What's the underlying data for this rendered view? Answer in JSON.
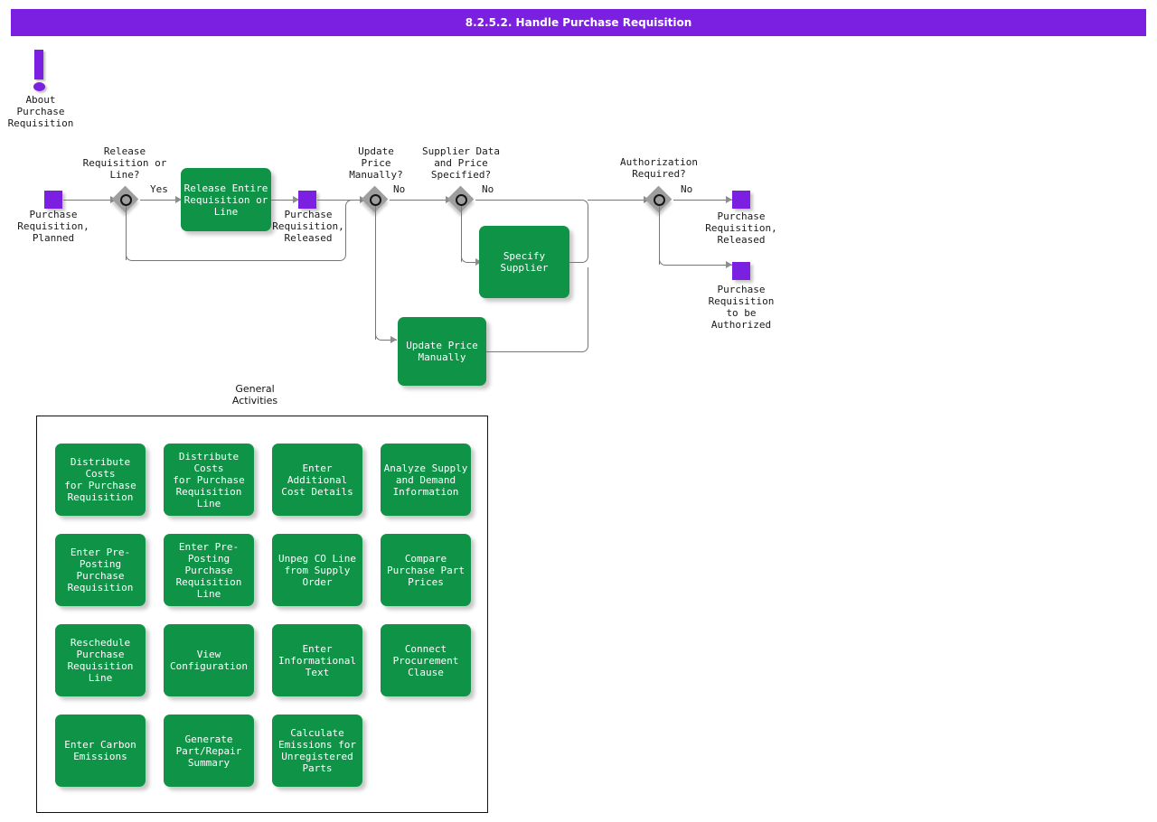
{
  "title": "8.2.5.2. Handle Purchase Requisition",
  "colors": {
    "header_purple": "#7b1fe0",
    "state_purple": "#7b1fe0",
    "activity_green": "#0f9347",
    "decision_gray": "#9e9e9e",
    "connector_gray": "#777777",
    "text_dark": "#1a1a1a",
    "background": "#ffffff"
  },
  "about": {
    "icon": "exclamation-icon",
    "label": "About\nPurchase\nRequisition"
  },
  "flow": {
    "states": [
      {
        "id": "pr-planned",
        "label": "Purchase\nRequisition,\nPlanned"
      },
      {
        "id": "pr-released-1",
        "label": "Purchase\nRequisition,\nReleased"
      },
      {
        "id": "pr-released-2",
        "label": "Purchase\nRequisition,\nReleased"
      },
      {
        "id": "pr-to-be-authorized",
        "label": "Purchase\nRequisition\nto be\nAuthorized"
      }
    ],
    "decisions": [
      {
        "id": "release-requisition-or-line",
        "label": "Release\nRequisition or\nLine?",
        "branch_label": "Yes"
      },
      {
        "id": "update-price-manually",
        "label": "Update\nPrice\nManually?",
        "branch_label": "No"
      },
      {
        "id": "supplier-data-and-price-specified",
        "label": "Supplier Data\nand Price\nSpecified?",
        "branch_label": "No"
      },
      {
        "id": "authorization-required",
        "label": "Authorization\nRequired?",
        "branch_label": "No"
      }
    ],
    "activities": [
      {
        "id": "release-entire-requisition-or-line",
        "label": "Release Entire\nRequisition or\nLine"
      },
      {
        "id": "specify-supplier",
        "label": "Specify Supplier"
      },
      {
        "id": "update-price-manually-activity",
        "label": "Update Price\nManually"
      }
    ]
  },
  "general_activities": {
    "label": "General\nActivities",
    "items": [
      {
        "id": "distribute-costs-for-purchase-requisition",
        "label": "Distribute Costs\nfor Purchase\nRequisition"
      },
      {
        "id": "distribute-costs-for-purchase-requisition-line",
        "label": "Distribute Costs\nfor Purchase\nRequisition Line"
      },
      {
        "id": "enter-additional-cost-details",
        "label": "Enter Additional\nCost Details"
      },
      {
        "id": "analyze-supply-and-demand-information",
        "label": "Analyze Supply\nand Demand\nInformation"
      },
      {
        "id": "enter-pre-posting-purchase-requisition",
        "label": "Enter Pre-\nPosting\nPurchase\nRequisition"
      },
      {
        "id": "enter-pre-posting-purchase-requisition-line",
        "label": "Enter Pre-\nPosting\nPurchase\nRequisition Line"
      },
      {
        "id": "unpeg-co-line-from-supply-order",
        "label": "Unpeg CO Line\nfrom Supply\nOrder"
      },
      {
        "id": "compare-purchase-part-prices",
        "label": "Compare\nPurchase Part\nPrices"
      },
      {
        "id": "reschedule-purchase-requisition-line",
        "label": "Reschedule\nPurchase\nRequisition Line"
      },
      {
        "id": "view-configuration",
        "label": "View\nConfiguration"
      },
      {
        "id": "enter-informational-text",
        "label": "Enter\nInformational\nText"
      },
      {
        "id": "connect-procurement-clause",
        "label": "Connect\nProcurement\nClause"
      },
      {
        "id": "enter-carbon-emissions",
        "label": "Enter Carbon\nEmissions"
      },
      {
        "id": "generate-part-repair-summary",
        "label": "Generate\nPart/Repair\nSummary"
      },
      {
        "id": "calculate-emissions-for-unregistered-parts",
        "label": "Calculate\nEmissions for\nUnregistered\nParts"
      }
    ]
  }
}
